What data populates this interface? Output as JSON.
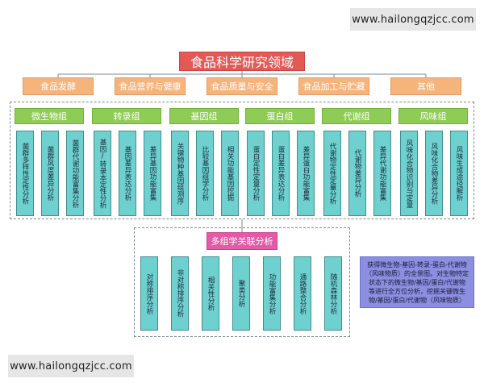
{
  "watermark_top": "www.hailongqzjcc.com",
  "watermark_bottom": "www.hailongqzjcc.com",
  "title": "食品科学研究领域",
  "categories": [
    "食品发酵",
    "食品营养与健康",
    "食品质量与安全",
    "食品加工与贮藏",
    "其他"
  ],
  "groups": [
    {
      "name": "微生物组",
      "leaves": [
        "菌群多样性定性分析",
        "菌群风度差异分析",
        "菌群代谢功能富集分析"
      ]
    },
    {
      "name": "转录组",
      "leaves": [
        "基因/转录本定性分析",
        "基因差异表达分析",
        "差异基因功能富集"
      ]
    },
    {
      "name": "基因组",
      "leaves": [
        "关键物种基因组测序",
        "比较基因组学分析",
        "相关功能基因挖掘"
      ]
    },
    {
      "name": "蛋白组",
      "leaves": [
        "蛋白定性定量分析",
        "蛋白差异表达分析",
        "差异蛋白功能富集"
      ]
    },
    {
      "name": "代谢组",
      "leaves": [
        "代谢物定性定量分析",
        "代谢物差异分析",
        "差异代谢功能富集"
      ]
    },
    {
      "name": "风味组",
      "leaves": [
        "风味化合物识别与定量",
        "风味化合物差异分析",
        "风味生成途径解析"
      ]
    }
  ],
  "multi_omics": {
    "title": "多组学关联分析",
    "leaves": [
      "对称排序分析",
      "非对称排序分析",
      "相关性分析",
      "聚类分析",
      "功能富集分析",
      "通路整合分析",
      "随机森林分析"
    ]
  },
  "note": "获得微生物-基因-转录-蛋白-代谢物（风味物质）的全景图。对生物特定状态下的微生物/基因/蛋白/代谢物等进行全方位分析，挖掘关键微生物/基因/蛋白/代谢物（风味物质）"
}
